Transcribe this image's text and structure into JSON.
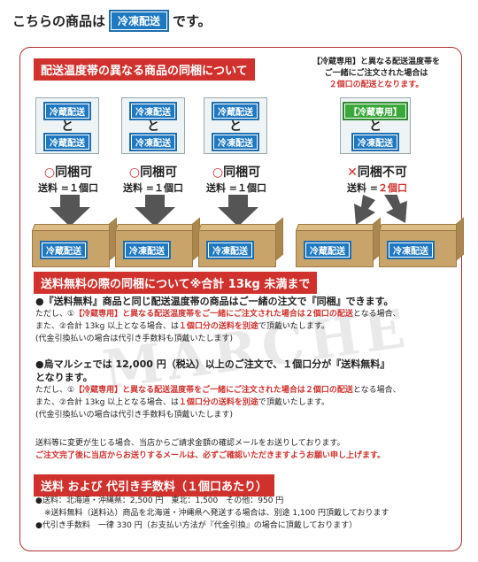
{
  "header": {
    "prefix": "こちらの商品は",
    "badge": "冷凍配送",
    "suffix": "です。"
  },
  "section1": {
    "heading": "配送温度帯の異なる商品の同梱について",
    "note_line1": "【冷蔵専用】と異なる配送温度帯を",
    "note_line2": "ご一緒にご注文された場合は",
    "note_line3": "２個口の配送となります。",
    "and": "と",
    "combos": [
      {
        "top": "冷蔵配送",
        "bottom": "冷蔵配送",
        "top_color": "blue"
      },
      {
        "top": "冷凍配送",
        "bottom": "冷凍配送",
        "top_color": "blue"
      },
      {
        "top": "冷蔵配送",
        "bottom": "冷凍配送",
        "top_color": "blue"
      },
      {
        "top": "【冷蔵専用】",
        "bottom": "冷凍配送",
        "top_color": "green"
      }
    ],
    "verdicts": [
      {
        "symbol": "○",
        "label": "同梱可",
        "fee_label": "送料 =",
        "fee_value": "１個口"
      },
      {
        "symbol": "○",
        "label": "同梱可",
        "fee_label": "送料 =",
        "fee_value": "１個口"
      },
      {
        "symbol": "○",
        "label": "同梱可",
        "fee_label": "送料 =",
        "fee_value": "１個口"
      },
      {
        "symbol": "✕",
        "label": "同梱不可",
        "fee_label": "送料 =",
        "fee_value": "２個口"
      }
    ],
    "boxes": [
      "冷蔵配送",
      "冷凍配送",
      "冷凍配送",
      "冷蔵配送",
      "冷凍配送"
    ]
  },
  "section2": {
    "heading": "送料無料の際の同梱について※合計 13kg 未満まで",
    "p1_lead": "●『送料無料』商品と同じ配送温度帯の商品はご一緒の注文で『同梱』できます。",
    "p1_l1_a": "ただし、①",
    "p1_l1_red": "【冷蔵専用】と異なる配送温度帯をご一緒にご注文された場合は２個口の配送",
    "p1_l1_b": "となる場合、",
    "p1_l2_a": "また、②合計 13kg 以上となる場合、は",
    "p1_l2_red": "１個口分の送料を別途",
    "p1_l2_b": "で頂戴いたします。",
    "p1_l3": "(代金引換払いの場合は代引き手数料も頂戴いたします)",
    "p2_lead_1": "●烏マルシェでは 12,000 円（税込）以上のご注文で、１個口分が『送料無料』",
    "p2_lead_2": "となります。",
    "p2_l1_a": "ただし、①",
    "p2_l1_red": "【冷蔵専用】と異なる配送温度帯をご一緒にご注文された場合は２個口の配送",
    "p2_l1_b": "となる場合、",
    "p2_l2_a": "また、②合計 13kg 以上となる場合、は",
    "p2_l2_red": "１個口分の送料を別途",
    "p2_l2_b": "で頂戴いたします。",
    "p2_l3": "(代金引換払いの場合は代引き手数料も頂戴いたします)",
    "p3_l1": "送料等に変更が生じる場合、当店からご請求金額の確認メールをお送りしております。",
    "p3_l2": "ご注文完了後に当店からお送りするメールは、必ずご確認いただきますようお願い申し上げます。"
  },
  "section3": {
    "heading": "送料 および 代引き手数料（１個口あたり）",
    "l1": "●送料：北海道・沖縄県：2,500 円　東北：1,500　その他：950 円",
    "l2": "※送料無料（送料込）商品を北海道・沖縄県へ発送する場合は、別途 1,100 円頂戴しております",
    "l3": "●代引き手数料　一律 330 円（お支払い方法が『代金引換』の場合に頂戴しております）"
  },
  "watermark": "MARCHÉ"
}
